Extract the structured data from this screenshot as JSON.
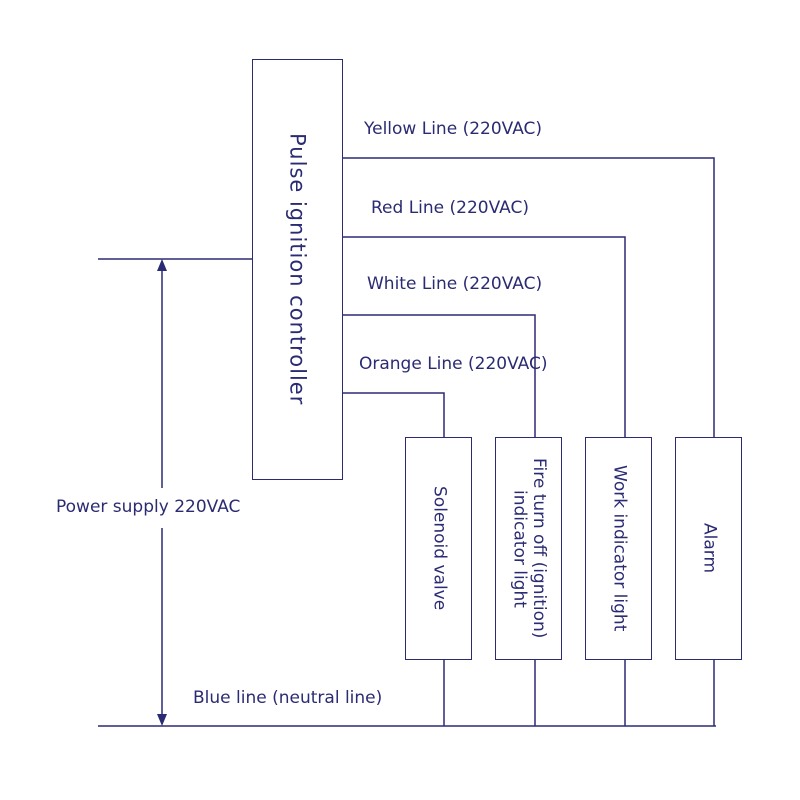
{
  "controller": {
    "label": "Pulse ignition controller"
  },
  "lines": {
    "yellow": "Yellow Line (220VAC)",
    "red": "Red Line (220VAC)",
    "white": "White Line (220VAC)",
    "orange": "Orange Line (220VAC)",
    "blue": "Blue line (neutral line)"
  },
  "power_supply": "Power supply 220VAC",
  "devices": [
    {
      "label": "Solenoid valve"
    },
    {
      "label": "Fire turn off (ignition) indicator light"
    },
    {
      "label": "Work indicator light"
    },
    {
      "label": "Alarm"
    }
  ],
  "colors": {
    "ink": "#2b2b73",
    "background": "#ffffff"
  }
}
